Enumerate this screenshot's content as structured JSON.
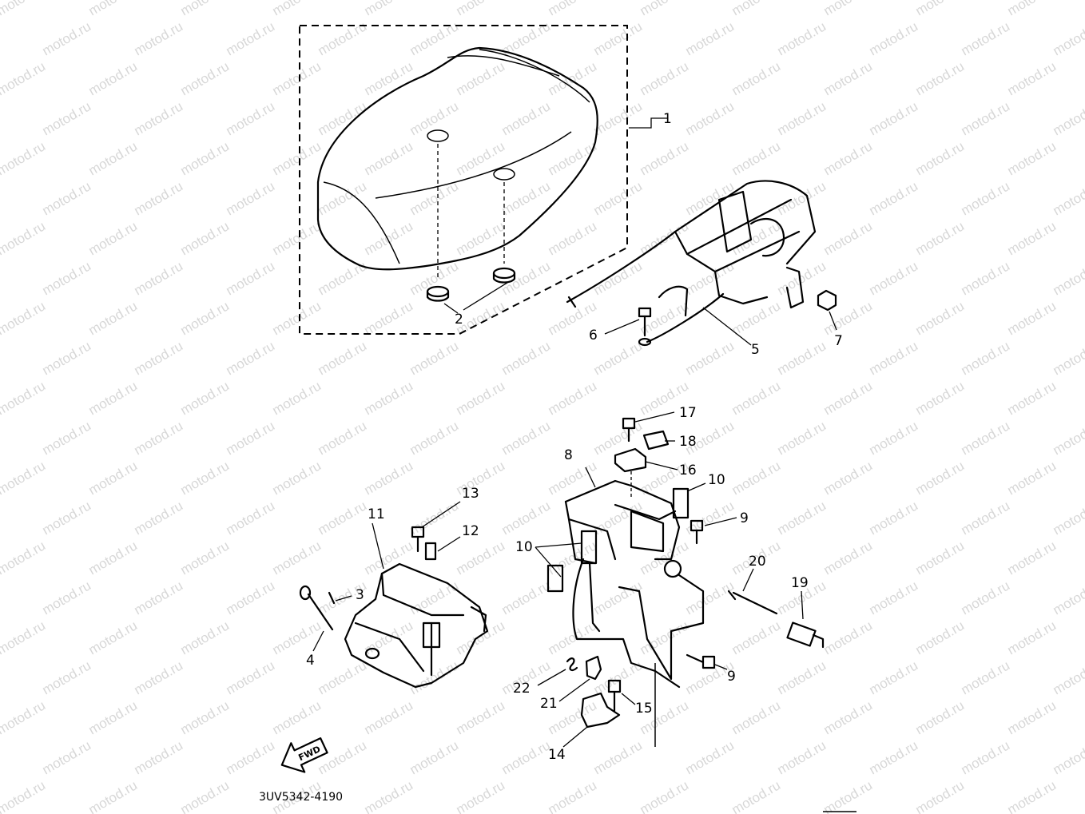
{
  "watermark": "motod.ru",
  "drawing_code": "3UV5342-4190",
  "fwd_label": "FWD",
  "callouts": [
    "1",
    "2",
    "3",
    "4",
    "5",
    "6",
    "7",
    "8",
    "9",
    "9",
    "10",
    "10",
    "11",
    "12",
    "13",
    "14",
    "15",
    "16",
    "17",
    "18",
    "19",
    "20",
    "21",
    "22"
  ]
}
